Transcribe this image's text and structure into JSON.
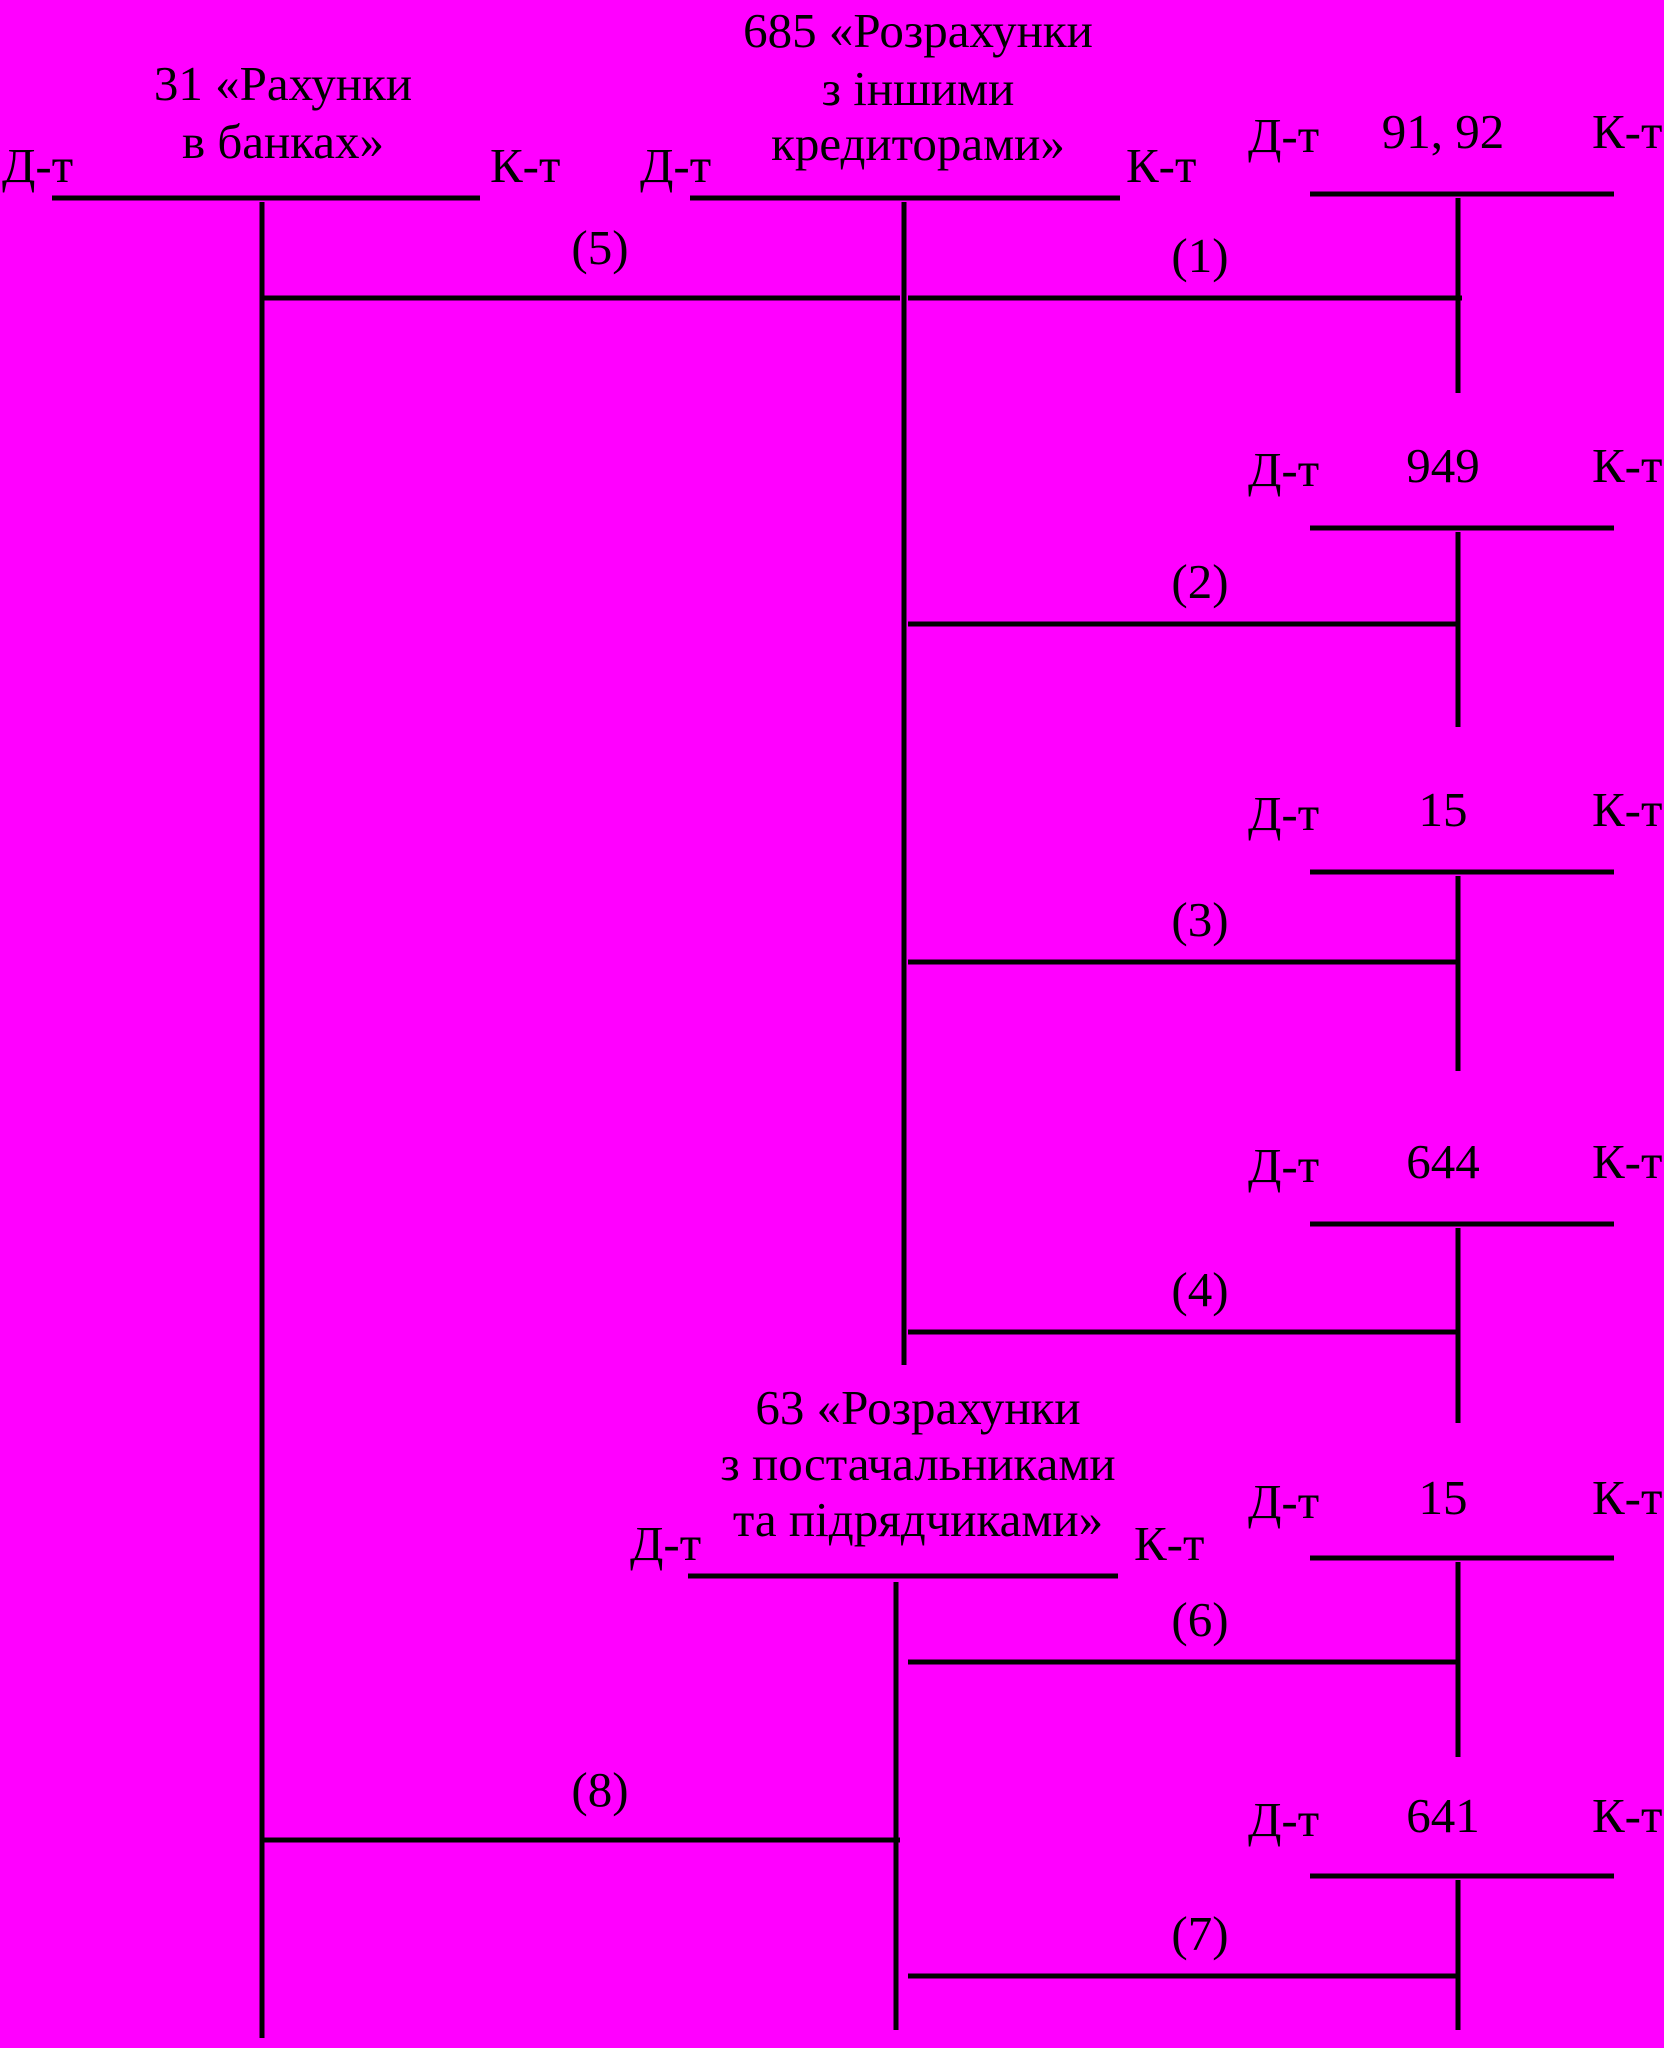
{
  "colors": {
    "background": "#ff00ff",
    "ink": "#000000"
  },
  "accounts": [
    {
      "id": "a31",
      "title_lines": [
        "31 «Рахунки",
        "в банках»"
      ],
      "debit": "Д-т",
      "credit": "К-т"
    },
    {
      "id": "a685",
      "title_lines": [
        "685 «Розрахунки",
        "з іншими",
        "кредиторами»"
      ],
      "debit": "Д-т",
      "credit": "К-т"
    },
    {
      "id": "a9192",
      "title_lines": [
        "91, 92"
      ],
      "debit": "Д-т",
      "credit": "К-т"
    },
    {
      "id": "a949",
      "title_lines": [
        "949"
      ],
      "debit": "Д-т",
      "credit": "К-т"
    },
    {
      "id": "a15a",
      "title_lines": [
        "15"
      ],
      "debit": "Д-т",
      "credit": "К-т"
    },
    {
      "id": "a644",
      "title_lines": [
        "644"
      ],
      "debit": "Д-т",
      "credit": "К-т"
    },
    {
      "id": "a63",
      "title_lines": [
        "63 «Розрахунки",
        "з постачальниками",
        "та підрядчиками»"
      ],
      "debit": "Д-т",
      "credit": "К-т"
    },
    {
      "id": "a15b",
      "title_lines": [
        "15"
      ],
      "debit": "Д-т",
      "credit": "К-т"
    },
    {
      "id": "a641",
      "title_lines": [
        "641"
      ],
      "debit": "Д-т",
      "credit": "К-т"
    }
  ],
  "entries": [
    {
      "label": "(1)",
      "from": "a9192",
      "to": "a685"
    },
    {
      "label": "(2)",
      "from": "a685",
      "to": "a949"
    },
    {
      "label": "(3)",
      "from": "a685",
      "to": "a15a"
    },
    {
      "label": "(4)",
      "from": "a685",
      "to": "a644"
    },
    {
      "label": "(5)",
      "from": "a685",
      "to": "a31"
    },
    {
      "label": "(6)",
      "from": "a63",
      "to": "a15b"
    },
    {
      "label": "(7)",
      "from": "a63",
      "to": "a641"
    },
    {
      "label": "(8)",
      "from": "a31",
      "to": "a63"
    }
  ]
}
